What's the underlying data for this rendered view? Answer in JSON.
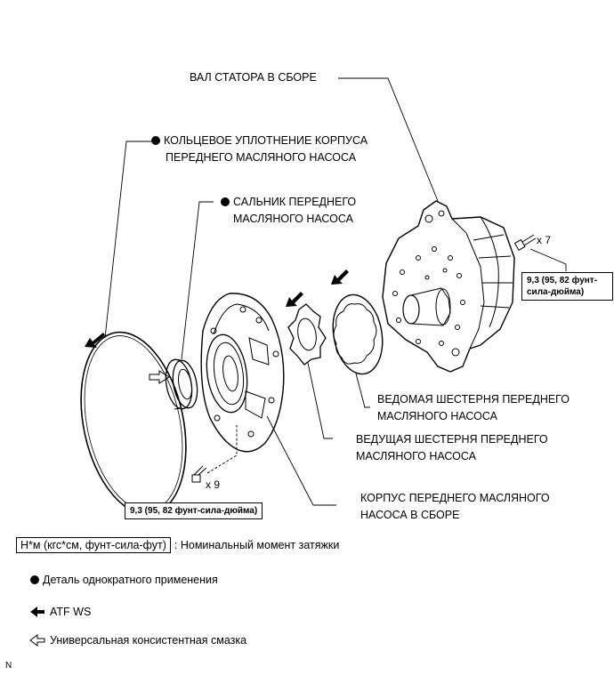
{
  "labels": {
    "stator_shaft": "ВАЛ СТАТОРА В СБОРЕ",
    "o_ring_line1": "КОЛЬЦЕВОЕ УПЛОТНЕНИЕ КОРПУСА",
    "o_ring_line2": "ПЕРЕДНЕГО МАСЛЯНОГО НАСОСА",
    "oil_seal_line1": "САЛЬНИК ПЕРЕДНЕГО",
    "oil_seal_line2": "МАСЛЯНОГО НАСОСА",
    "driven_gear_line1": "ВЕДОМАЯ ШЕСТЕРНЯ ПЕРЕДНЕГО",
    "driven_gear_line2": "МАСЛЯНОГО НАСОСА",
    "drive_gear_line1": "ВЕДУЩАЯ ШЕСТЕРНЯ ПЕРЕДНЕГО",
    "drive_gear_line2": "МАСЛЯНОГО НАСОСА",
    "pump_body_line1": "КОРПУС ПЕРЕДНЕГО МАСЛЯНОГО",
    "pump_body_line2": "НАСОСА В СБОРЕ"
  },
  "torque_right": {
    "line1": "9,3 (95, 82 фунт-",
    "line2": "сила-дюйма)",
    "qty": "x 7"
  },
  "torque_bottom": {
    "text": "9,3 (95, 82 фунт-сила-дюйма)",
    "qty": "x 9"
  },
  "legend": {
    "torque_box": "Н*м (кгс*см, фунт-сила-фут)",
    "torque_desc": ": Номинальный момент затяжки",
    "non_reusable": "Деталь однократного применения",
    "atf": "ATF WS",
    "grease": "Универсальная консистентная смазка"
  },
  "corner_mark": "N"
}
